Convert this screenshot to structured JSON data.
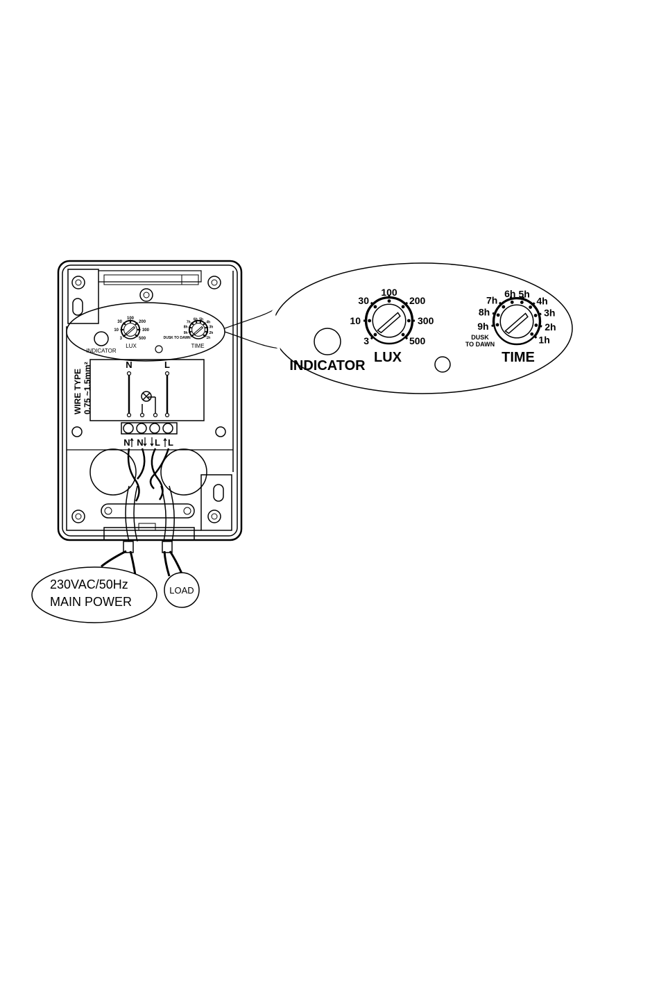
{
  "device": {
    "panel": {
      "indicator_label": "INDICATOR",
      "lux_label": "LUX",
      "time_label": "TIME",
      "lux_scale": [
        "3",
        "10",
        "30",
        "100",
        "200",
        "300",
        "500"
      ],
      "time_scale": [
        "DUSK TO DAWN",
        "9h",
        "8h",
        "7h",
        "6h",
        "5h",
        "4h",
        "3h",
        "2h",
        "1h"
      ]
    },
    "wire_type_line1": "WIRE TYPE",
    "wire_type_line2": "0.75 ~1.5mm²",
    "terminal_top_n": "N",
    "terminal_top_l": "L",
    "terminals": [
      "N",
      "N",
      "L",
      "L"
    ]
  },
  "zoom": {
    "indicator_label": "INDICATOR",
    "lux_label": "LUX",
    "time_label": "TIME",
    "lux_scale": [
      "3",
      "10",
      "30",
      "100",
      "200",
      "300",
      "500"
    ],
    "time_scale_hours": [
      "9h",
      "8h",
      "7h",
      "6h",
      "5h",
      "4h",
      "3h",
      "2h",
      "1h"
    ],
    "dusk_line1": "DUSK",
    "dusk_line2": "TO DAWN"
  },
  "callouts": {
    "power_line1": "230VAC/50Hz",
    "power_line2": "MAIN POWER",
    "load": "LOAD"
  }
}
